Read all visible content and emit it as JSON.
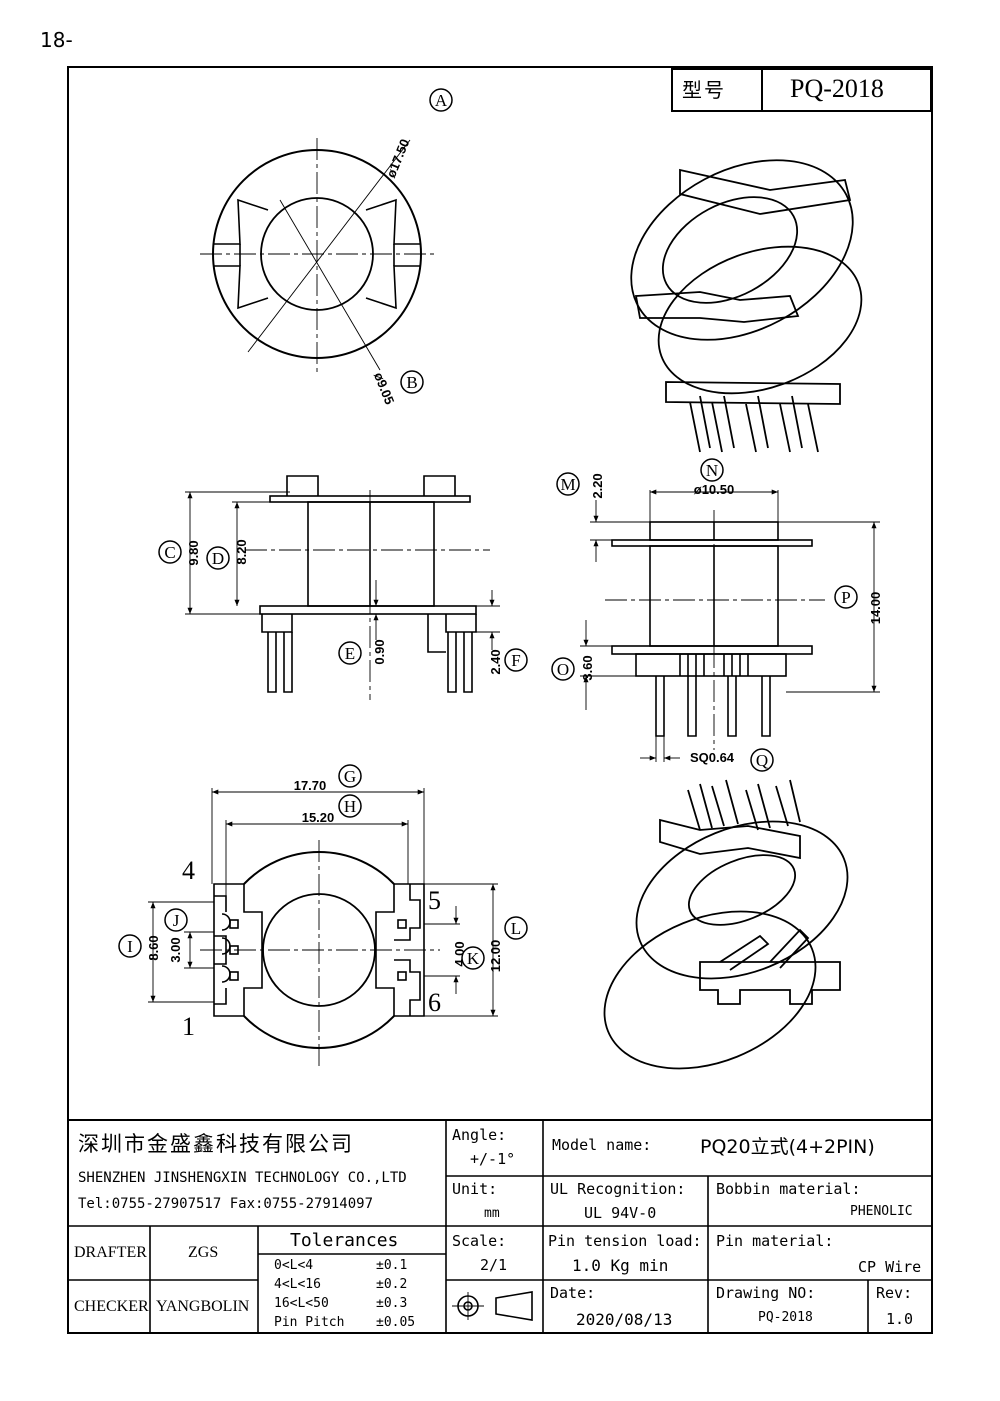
{
  "page_number": "18-",
  "model_box": {
    "label": "型号",
    "value": "PQ-2018"
  },
  "dimensions": {
    "A": {
      "letter": "A",
      "value": "ø17.50"
    },
    "B": {
      "letter": "B",
      "value": "ø9.05"
    },
    "C": {
      "letter": "C",
      "value": "9.80"
    },
    "D": {
      "letter": "D",
      "value": "8.20"
    },
    "E": {
      "letter": "E",
      "value": "0.90"
    },
    "F": {
      "letter": "F",
      "value": "2.40"
    },
    "G": {
      "letter": "G",
      "value": "17.70"
    },
    "H": {
      "letter": "H",
      "value": "15.20"
    },
    "I": {
      "letter": "I",
      "value": "8.60"
    },
    "J": {
      "letter": "J",
      "value": "3.00"
    },
    "K": {
      "letter": "K",
      "value": "4.00"
    },
    "L": {
      "letter": "L",
      "value": "12.00"
    },
    "M": {
      "letter": "M",
      "value": "2.20"
    },
    "N": {
      "letter": "N",
      "value": "ø10.50"
    },
    "O": {
      "letter": "O",
      "value": "3.60"
    },
    "P": {
      "letter": "P",
      "value": "14.00"
    },
    "Q": {
      "letter": "Q",
      "value": "SQ0.64"
    }
  },
  "pins": {
    "p1": "1",
    "p4": "4",
    "p5": "5",
    "p6": "6"
  },
  "title_block": {
    "company_cn": "深圳市金盛鑫科技有限公司",
    "company_en": "SHENZHEN JINSHENGXIN TECHNOLOGY CO.,LTD",
    "contact": "Tel:0755-27907517  Fax:0755-27914097",
    "angle_label": "Angle:",
    "angle_value": "+/-1°",
    "unit_label": "Unit:",
    "unit_value": "mm",
    "scale_label": "Scale:",
    "scale_value": "2/1",
    "model_label": "Model name:",
    "model_value": "PQ20立式(4+2PIN)",
    "ul_label": "UL Recognition:",
    "ul_value": "UL 94V-0",
    "bobbin_label": "Bobbin material:",
    "bobbin_value": "PHENOLIC",
    "pin_tension_label": "Pin tension load:",
    "pin_tension_value": "1.0 Kg min",
    "pin_material_label": "Pin material:",
    "pin_material_value": "CP Wire",
    "date_label": "Date:",
    "date_value": "2020/08/13",
    "drawing_label": "Drawing NO:",
    "drawing_value": "PQ-2018",
    "rev_label": "Rev:",
    "rev_value": "1.0",
    "drafter_label": "DRAFTER",
    "drafter_value": "ZGS",
    "checker_label": "CHECKER",
    "checker_value": "YANGBOLIN",
    "tolerances_title": "Tolerances",
    "tolerances": [
      {
        "range": "0<L<4",
        "value": "±0.1"
      },
      {
        "range": "4<L<16",
        "value": "±0.2"
      },
      {
        "range": "16<L<50",
        "value": "±0.3"
      },
      {
        "range": "Pin Pitch",
        "value": "±0.05"
      }
    ]
  }
}
